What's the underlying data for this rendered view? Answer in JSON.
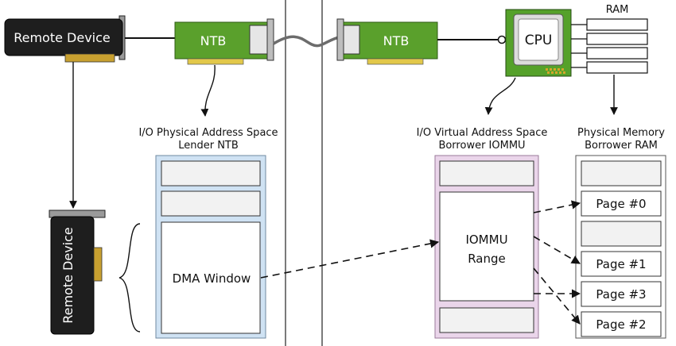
{
  "left_host": {
    "remote_device_top": "Remote Device",
    "remote_device_side": "Remote Device",
    "ntb": "NTB",
    "address_space": {
      "title_line1": "I/O Physical Address Space",
      "title_line2": "Lender NTB",
      "dma_window": "DMA Window"
    }
  },
  "right_host": {
    "ntb": "NTB",
    "cpu": "CPU",
    "ram": "RAM",
    "iova": {
      "title_line1": "I/O Virtual Address Space",
      "title_line2": "Borrower IOMMU",
      "range_line1": "IOMMU",
      "range_line2": "Range"
    },
    "phys": {
      "title_line1": "Physical Memory",
      "title_line2": "Borrower RAM",
      "pages": [
        "Page #0",
        "Page #1",
        "Page #3",
        "Page #2"
      ]
    }
  },
  "colors": {
    "device_black": "#1e1e1e",
    "pcb_green": "#5aa02c",
    "cpu_green": "#55a12a",
    "lender_blue": "#cfe2f3",
    "iommu_pink": "#ead5ea",
    "cell_gray": "#f2f2f2"
  }
}
